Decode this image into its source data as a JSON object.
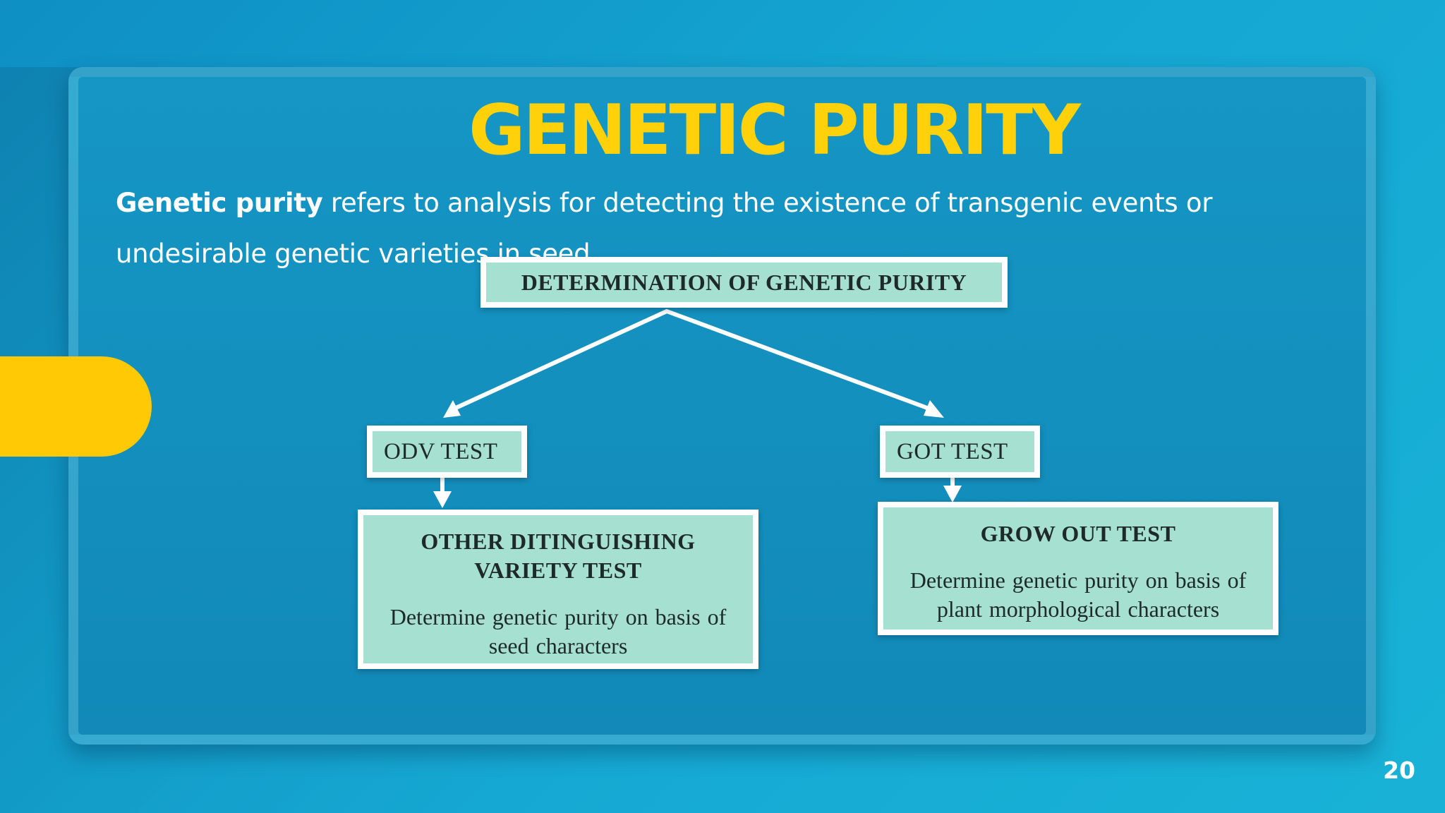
{
  "slide": {
    "title": "GENETIC PURITY",
    "intro_bold": "Genetic purity",
    "intro_text": " refers to analysis for detecting the existence of transgenic events or undesirable genetic varieties in seed.",
    "page_number": "20"
  },
  "diagram": {
    "root": "DETERMINATION OF GENETIC PURITY",
    "left": {
      "label": "ODV TEST",
      "detail_title": "OTHER DITINGUISHING VARIETY TEST",
      "detail_text": "Determine genetic purity on basis of seed characters"
    },
    "right": {
      "label": "GOT TEST",
      "detail_title": "GROW OUT TEST",
      "detail_text": "Determine genetic purity on basis of plant morphological characters"
    }
  },
  "colors": {
    "background": "#14a6d2",
    "panel": "#1390bf",
    "title": "#ffd10a",
    "accent": "#ffc905",
    "box_fill": "#a6e0d0",
    "box_border": "#ffffff"
  }
}
